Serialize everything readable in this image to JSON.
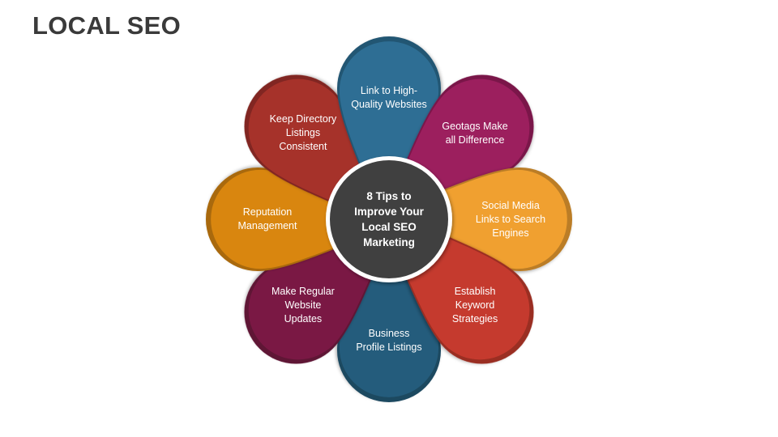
{
  "title": "LOCAL SEO",
  "center": {
    "lines": [
      "8 Tips to",
      "Improve Your",
      "Local SEO",
      "Marketing"
    ],
    "color": "#404040"
  },
  "petals": [
    {
      "lines": [
        "Link to High-",
        "Quality Websites"
      ],
      "color": "#2E6E94",
      "angle": 0
    },
    {
      "lines": [
        "Geotags Make",
        "all Difference"
      ],
      "color": "#9C1F5E",
      "angle": 45
    },
    {
      "lines": [
        "Social Media",
        "Links to Search",
        "Engines"
      ],
      "color": "#F0A030",
      "angle": 90
    },
    {
      "lines": [
        "Establish",
        "Keyword",
        "Strategies"
      ],
      "color": "#C53A2E",
      "angle": 135
    },
    {
      "lines": [
        "Business",
        "Profile Listings"
      ],
      "color": "#245C7C",
      "angle": 180
    },
    {
      "lines": [
        "Make Regular",
        "Website",
        "Updates"
      ],
      "color": "#7A1844",
      "angle": 225
    },
    {
      "lines": [
        "Reputation",
        "Management"
      ],
      "color": "#D9860F",
      "angle": 270
    },
    {
      "lines": [
        "Keep Directory",
        "Listings",
        "Consistent"
      ],
      "color": "#A6322A",
      "angle": 315
    }
  ]
}
